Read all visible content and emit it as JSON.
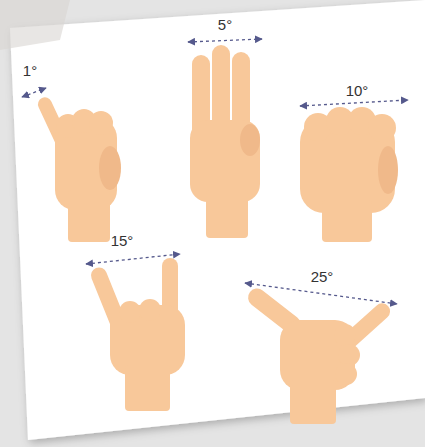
{
  "diagram": {
    "labels": [
      "1°",
      "5°",
      "10°",
      "15°",
      "25°"
    ]
  }
}
